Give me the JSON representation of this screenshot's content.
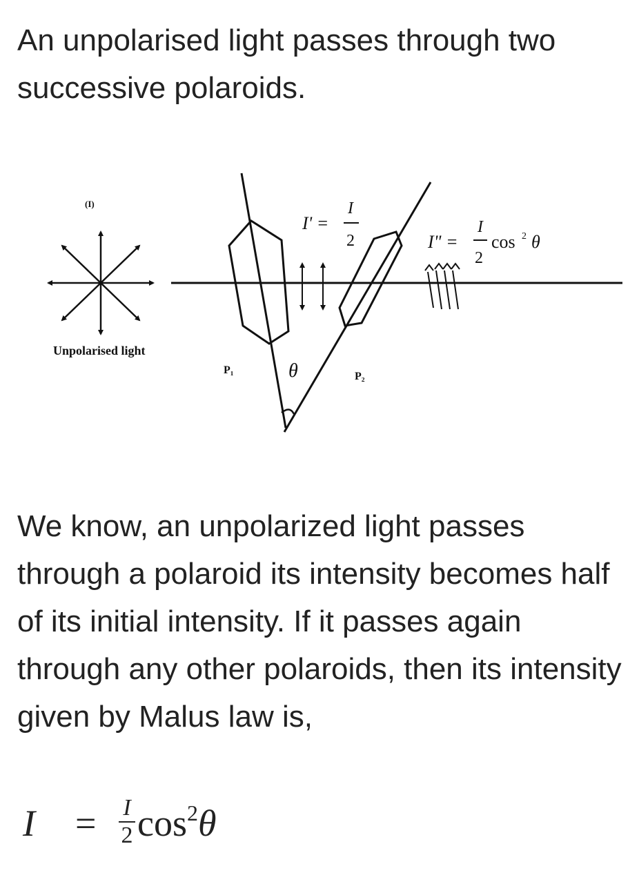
{
  "intro_text": "An unpolarised light passes through two successive polaroids.",
  "figure": {
    "label_I": "(I)",
    "unpolarised_label": "Unpolarised light",
    "p1": "P₁",
    "p2": "P₂",
    "theta": "θ",
    "i_prime_lhs": "I' =",
    "i_prime_num": "I",
    "i_prime_den": "2",
    "i_dprime_lhs": "I\" =",
    "i_dprime_num": "I",
    "i_dprime_den": "2",
    "i_dprime_cos": "cos",
    "i_dprime_exp": "2",
    "i_dprime_theta": "θ"
  },
  "explanation_text": "We know, an unpolarized light passes through a polaroid its intensity becomes half of its initial intensity. If it passes again through any other polaroids, then its intensity given by Malus law is,",
  "formula": {
    "lhs": "I",
    "equals": "=",
    "numerator": "I",
    "denominator": "2",
    "cos": "cos",
    "exponent": "2",
    "theta": "θ"
  }
}
